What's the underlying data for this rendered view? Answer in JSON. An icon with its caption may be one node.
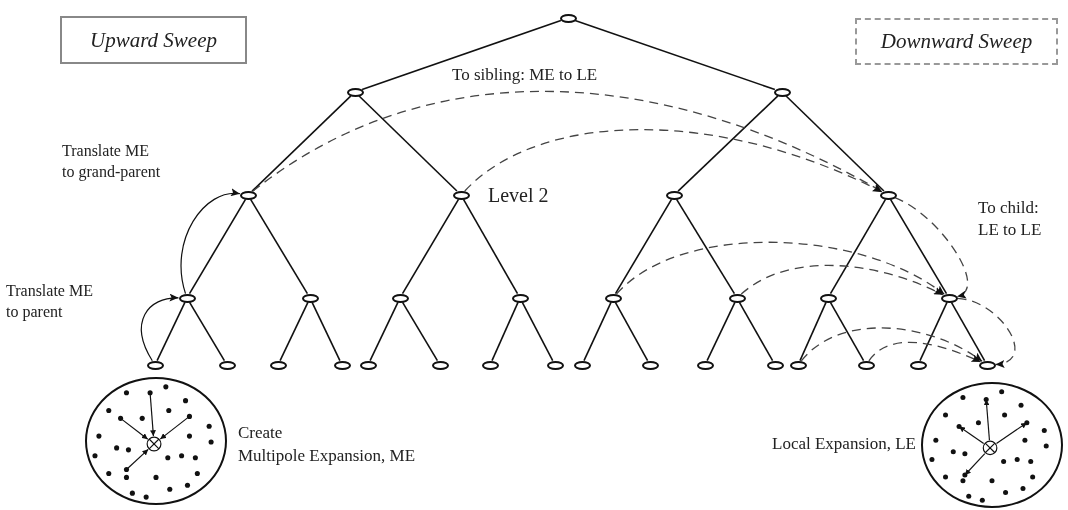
{
  "diagram": {
    "nodes": [
      {
        "text": [
          "Upward Sweep"
        ]
      },
      {
        "text": [
          "Downward Sweep"
        ]
      },
      {
        "text": [],
        "shape": "ellipse"
      },
      {
        "text": [],
        "shape": "ellipse"
      },
      {
        "text": [],
        "shape": "ellipse"
      },
      {
        "text": [],
        "shape": "ellipse"
      },
      {
        "text": [],
        "shape": "ellipse"
      },
      {
        "text": [],
        "shape": "ellipse"
      },
      {
        "text": [],
        "shape": "ellipse"
      },
      {
        "text": [],
        "shape": "ellipse"
      },
      {
        "text": [],
        "shape": "ellipse"
      },
      {
        "text": [],
        "shape": "ellipse"
      },
      {
        "text": [],
        "shape": "ellipse"
      },
      {
        "text": [],
        "shape": "ellipse"
      },
      {
        "text": [],
        "shape": "ellipse"
      },
      {
        "text": [],
        "shape": "ellipse"
      },
      {
        "text": [],
        "shape": "ellipse"
      },
      {
        "text": [],
        "shape": "ellipse"
      },
      {
        "text": [],
        "shape": "ellipse"
      },
      {
        "text": [],
        "shape": "ellipse"
      },
      {
        "text": [],
        "shape": "ellipse"
      },
      {
        "text": [],
        "shape": "ellipse"
      },
      {
        "text": [],
        "shape": "ellipse"
      },
      {
        "text": [],
        "shape": "ellipse"
      },
      {
        "text": [],
        "shape": "ellipse"
      },
      {
        "text": [],
        "shape": "ellipse"
      },
      {
        "text": [],
        "shape": "ellipse"
      },
      {
        "text": [],
        "shape": "ellipse"
      },
      {
        "text": [],
        "shape": "ellipse"
      },
      {
        "text": [],
        "shape": "ellipse"
      },
      {
        "text": [],
        "shape": "ellipse"
      },
      {
        "text": [],
        "shape": "ellipse"
      },
      {
        "text": [],
        "shape": "ellipse"
      },
      {
        "text": [],
        "shape": "circle",
        "beside": [
          "Create Multipole Expansion, ME"
        ]
      },
      {
        "text": [],
        "shape": "circle",
        "beside": [
          "Local Expansion, LE"
        ]
      }
    ],
    "edges": [
      {
        "from": 2,
        "to": 3,
        "arrow": "none"
      },
      {
        "from": 2,
        "to": 4,
        "arrow": "none"
      },
      {
        "from": 3,
        "to": 5,
        "arrow": "none"
      },
      {
        "from": 3,
        "to": 6,
        "arrow": "none"
      },
      {
        "from": 4,
        "to": 7,
        "arrow": "none"
      },
      {
        "from": 4,
        "to": 8,
        "arrow": "none"
      },
      {
        "from": 5,
        "to": 9,
        "arrow": "none"
      },
      {
        "from": 5,
        "to": 10,
        "arrow": "none"
      },
      {
        "from": 6,
        "to": 11,
        "arrow": "none"
      },
      {
        "from": 6,
        "to": 12,
        "arrow": "none"
      },
      {
        "from": 7,
        "to": 13,
        "arrow": "none"
      },
      {
        "from": 7,
        "to": 14,
        "arrow": "none"
      },
      {
        "from": 8,
        "to": 15,
        "arrow": "none"
      },
      {
        "from": 8,
        "to": 16,
        "arrow": "none"
      },
      {
        "from": 9,
        "to": 17,
        "arrow": "none"
      },
      {
        "from": 9,
        "to": 18,
        "arrow": "none"
      },
      {
        "from": 10,
        "to": 19,
        "arrow": "none"
      },
      {
        "from": 10,
        "to": 20,
        "arrow": "none"
      },
      {
        "from": 11,
        "to": 21,
        "arrow": "none"
      },
      {
        "from": 11,
        "to": 22,
        "arrow": "none"
      },
      {
        "from": 12,
        "to": 23,
        "arrow": "none"
      },
      {
        "from": 12,
        "to": 24,
        "arrow": "none"
      },
      {
        "from": 13,
        "to": 25,
        "arrow": "none"
      },
      {
        "from": 13,
        "to": 26,
        "arrow": "none"
      },
      {
        "from": 14,
        "to": 27,
        "arrow": "none"
      },
      {
        "from": 14,
        "to": 28,
        "arrow": "none"
      },
      {
        "from": 15,
        "to": 29,
        "arrow": "none"
      },
      {
        "from": 15,
        "to": 30,
        "arrow": "none"
      },
      {
        "from": 16,
        "to": 31,
        "arrow": "none"
      },
      {
        "from": 16,
        "to": 32,
        "arrow": "none"
      },
      {
        "from": 17,
        "to": 9,
        "arrow": "to",
        "label": "Translate ME to parent"
      },
      {
        "from": 9,
        "to": 5,
        "arrow": "to",
        "label": "Translate ME to grand-parent"
      },
      {
        "from": 5,
        "to": 8,
        "arrow": "to",
        "style": "dashed"
      },
      {
        "from": 6,
        "to": 8,
        "arrow": "to",
        "style": "dashed"
      },
      {
        "from": 8,
        "to": 16,
        "arrow": "to",
        "style": "dashed"
      },
      {
        "from": 13,
        "to": 16,
        "arrow": "to",
        "style": "dashed"
      },
      {
        "from": 14,
        "to": 16,
        "arrow": "to",
        "style": "dashed"
      },
      {
        "from": 16,
        "to": 32,
        "arrow": "to",
        "style": "dashed"
      },
      {
        "from": 29,
        "to": 32,
        "arrow": "to",
        "style": "dashed"
      },
      {
        "from": 30,
        "to": 32,
        "arrow": "to",
        "style": "dashed"
      }
    ],
    "labels": [
      "To sibling: ME to LE",
      "Level 2",
      "To child: LE to LE"
    ]
  }
}
